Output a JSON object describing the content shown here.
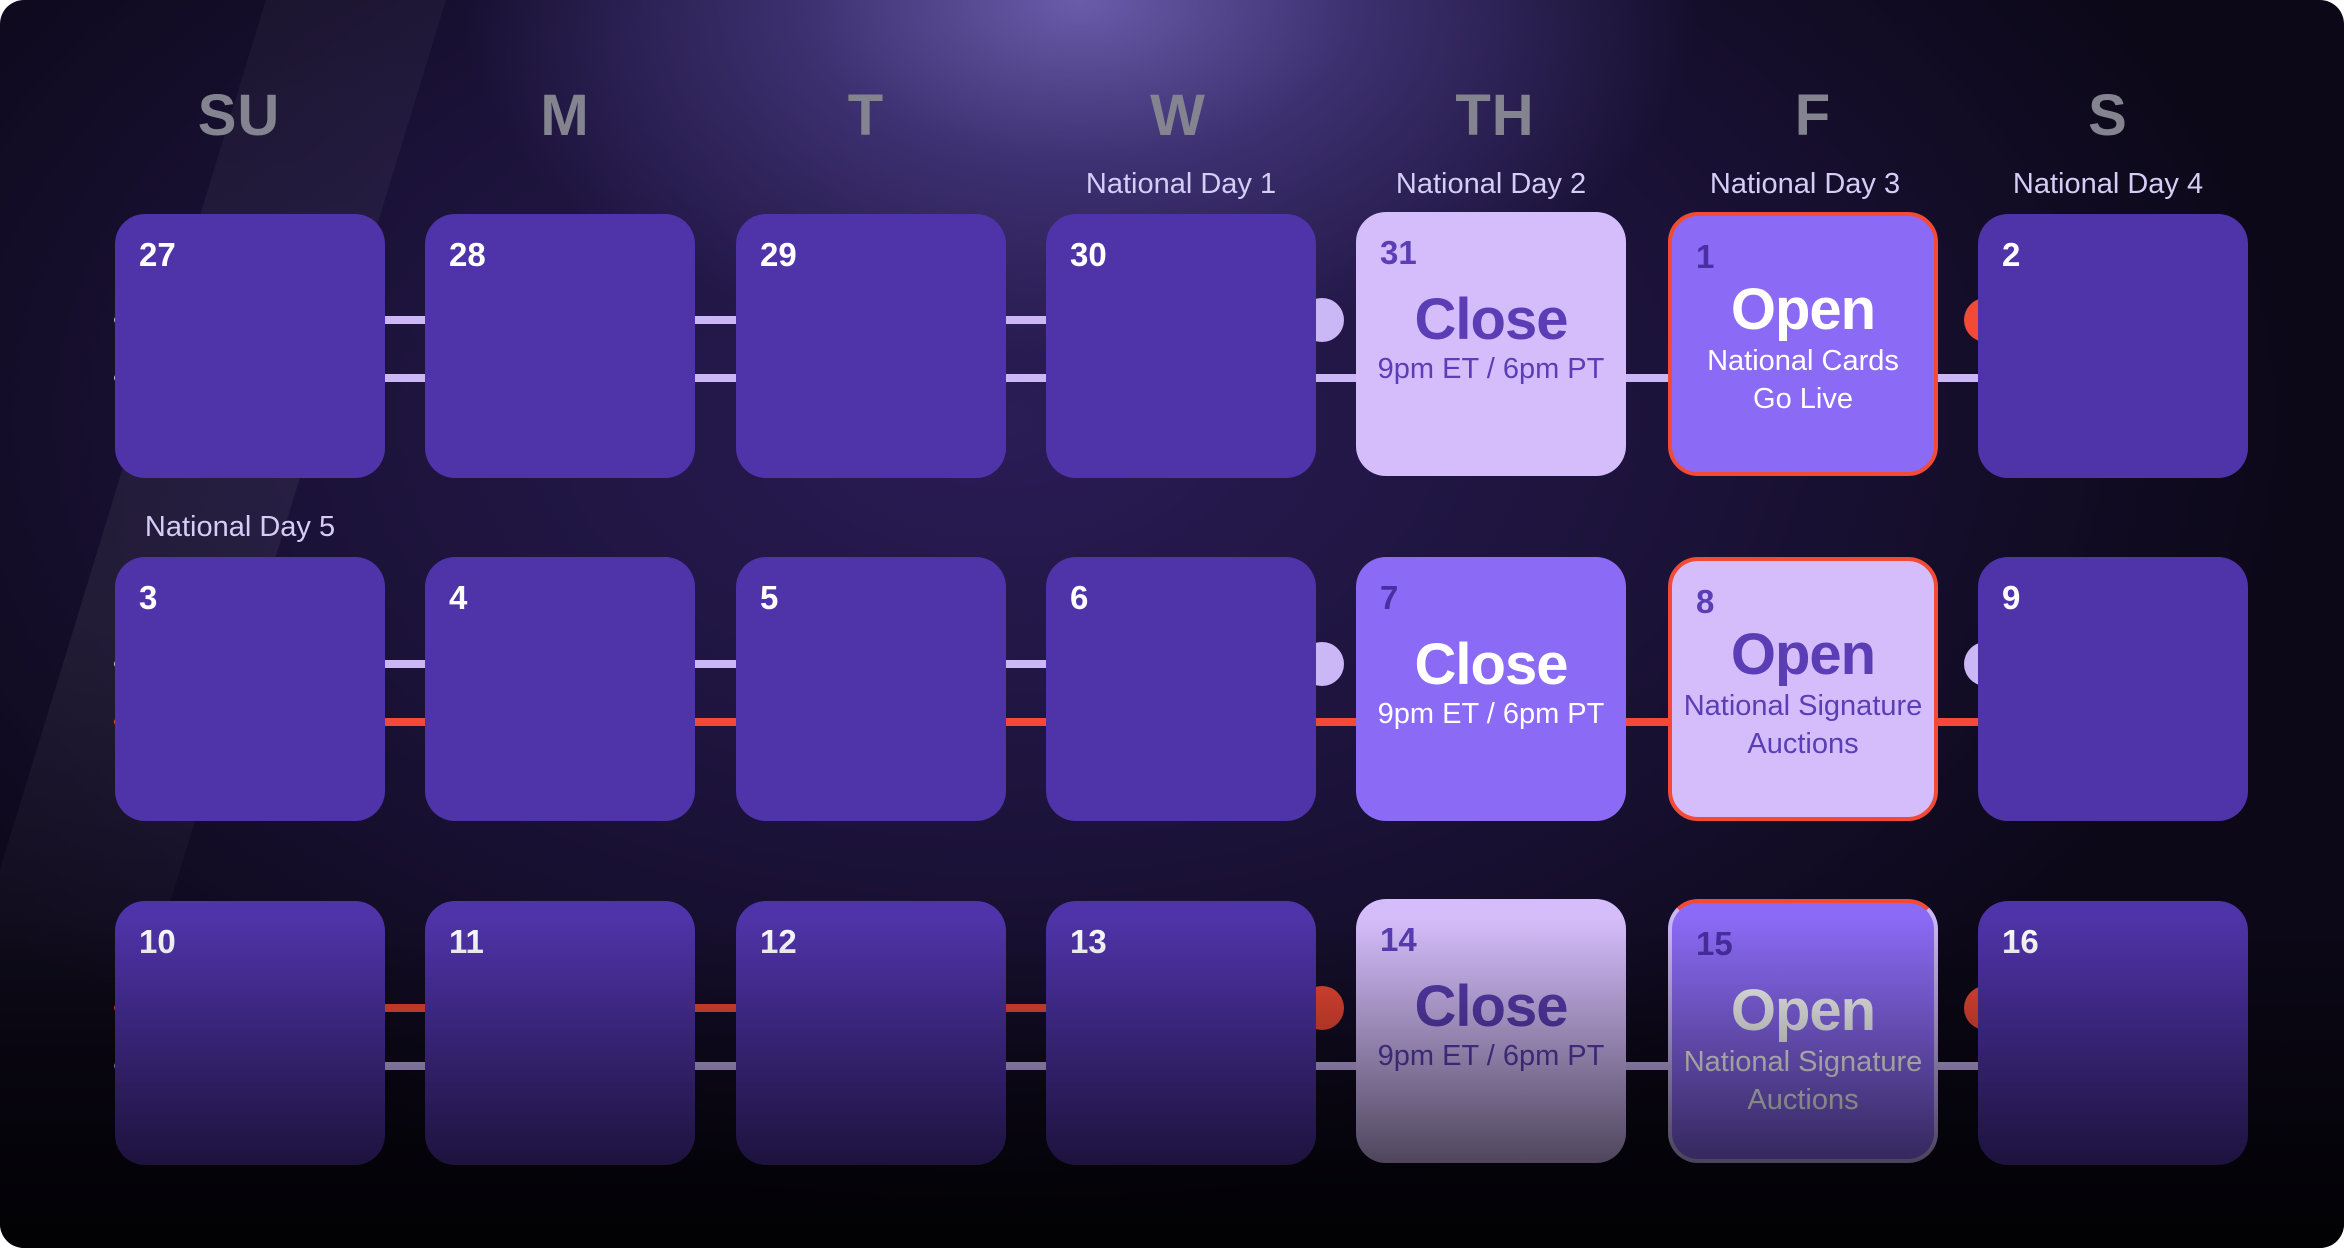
{
  "weekdays": [
    "SU",
    "M",
    "T",
    "W",
    "TH",
    "F",
    "S"
  ],
  "national_days": {
    "day1": "National Day 1",
    "day2": "National Day 2",
    "day3": "National Day 3",
    "day4": "National Day 4",
    "day5": "National Day 5"
  },
  "weeks": [
    {
      "days": [
        "27",
        "28",
        "29",
        "30",
        "31",
        "1",
        "2"
      ],
      "close": {
        "title": "Close",
        "time": "9pm ET / 6pm PT"
      },
      "open": {
        "title": "Open",
        "line1": "National Cards",
        "line2": "Go Live"
      }
    },
    {
      "days": [
        "3",
        "4",
        "5",
        "6",
        "7",
        "8",
        "9"
      ],
      "close": {
        "title": "Close",
        "time": "9pm ET / 6pm PT"
      },
      "open": {
        "title": "Open",
        "line1": "National Signature",
        "line2": "Auctions"
      }
    },
    {
      "days": [
        "10",
        "11",
        "12",
        "13",
        "14",
        "15",
        "16"
      ],
      "close": {
        "title": "Close",
        "time": "9pm ET / 6pm PT"
      },
      "open": {
        "title": "Open",
        "line1": "National Signature",
        "line2": "Auctions"
      }
    }
  ],
  "colors": {
    "cell": "#4f33a8",
    "cell_light": "#d5bdfb",
    "cell_vivid": "#8b6af5",
    "track_lavender": "#cbb6f6",
    "track_red": "#f24a36"
  }
}
